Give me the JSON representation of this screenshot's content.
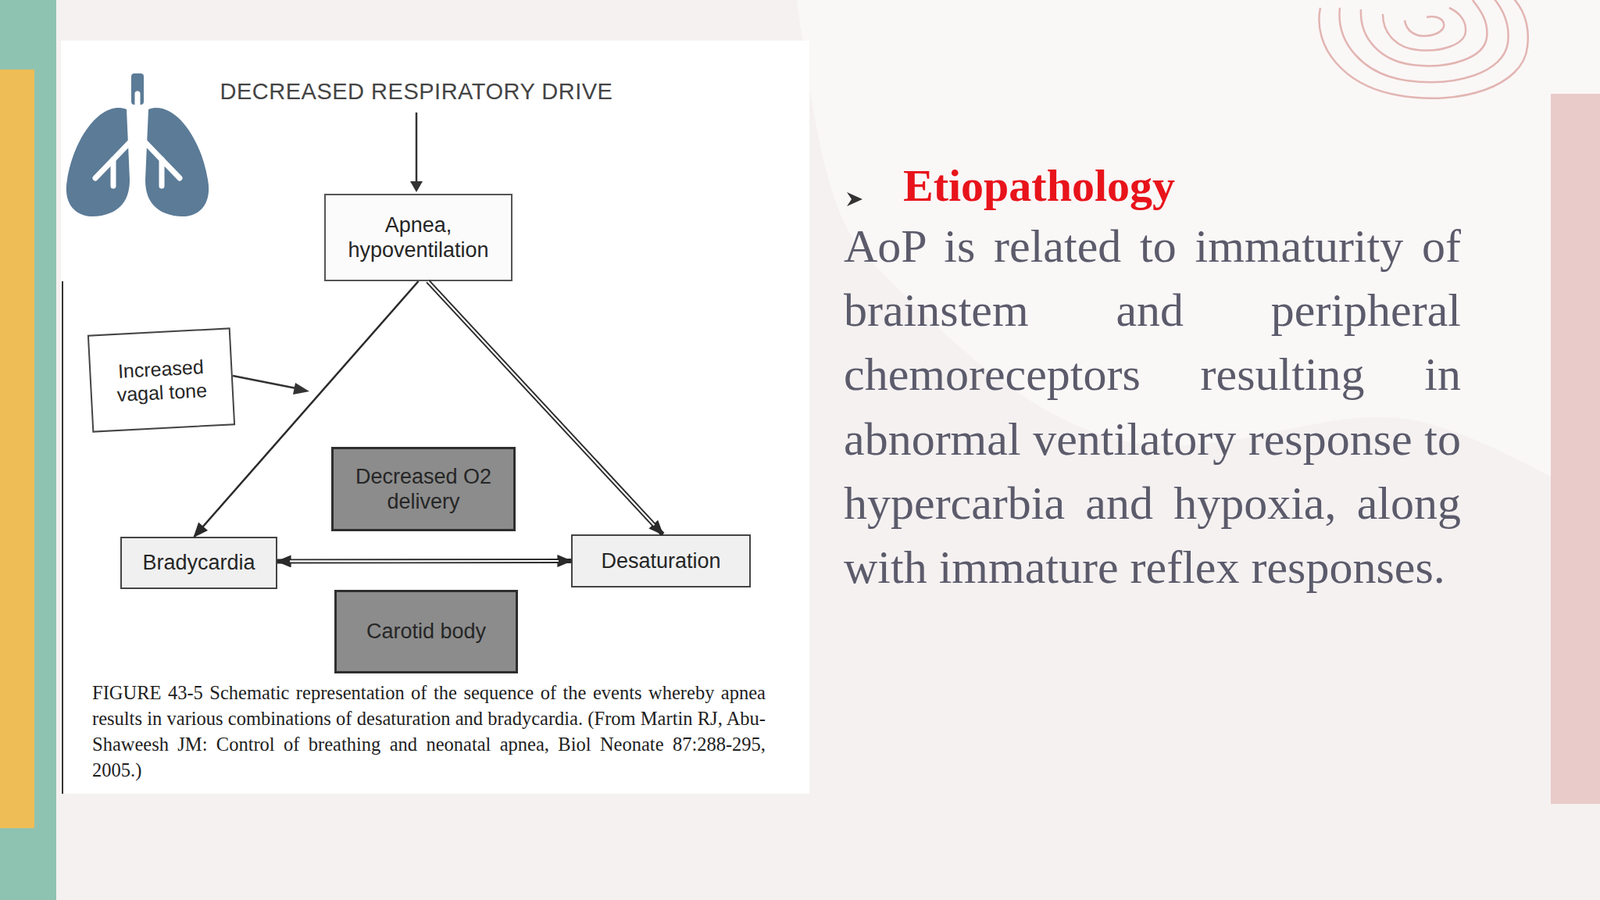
{
  "diagram": {
    "title": "Etiopathology",
    "caption": "FIGURE 43-5 Schematic representation of the sequence of the events whereby apnea results in various combinations of desaturation and bradycardia. (From Martin RJ, Abu-Shaweesh JM: Control of breathing and neonatal apnea, Biol Neonate 87:288-295, 2005.)",
    "nodes": [
      {
        "text": [
          "Apnea, hypoventilation"
        ]
      },
      {
        "text": [
          "Increased vagal tone"
        ]
      },
      {
        "text": [
          "Decreased O2 delivery"
        ]
      },
      {
        "text": [
          "Bradycardia"
        ]
      },
      {
        "text": [
          "Desaturation"
        ]
      },
      {
        "text": [
          "Carotid body"
        ]
      }
    ],
    "edges": [
      {
        "from": 0,
        "to": 3,
        "arrow": "to"
      },
      {
        "from": 0,
        "to": 4,
        "arrow": "to"
      },
      {
        "from": 3,
        "to": 4,
        "arrow": "both"
      }
    ],
    "labels": [
      "DECREASED RESPIRATORY DRIVE",
      "AoP is related to immaturity of brainstem and peripheral chemoreceptors resulting in abnormal ventilatory response to hypercarbia and hypoxia, along with immature reflex responses."
    ]
  }
}
